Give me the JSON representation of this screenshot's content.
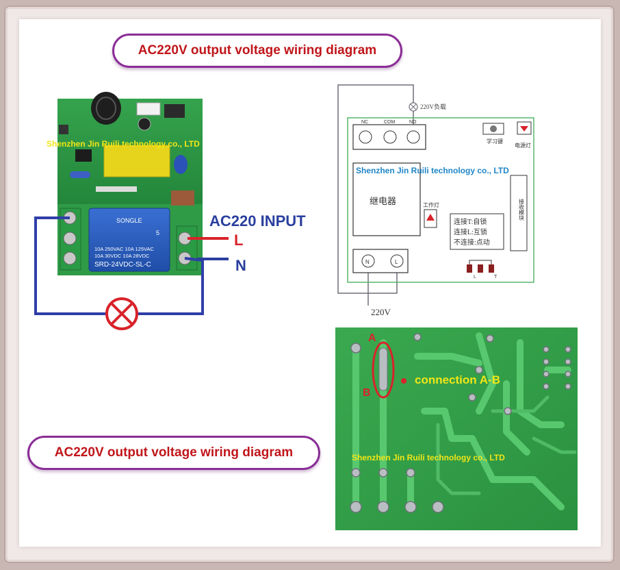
{
  "titles": {
    "top": "AC220V output voltage wiring diagram",
    "bottom": "AC220V output voltage wiring diagram"
  },
  "watermark": "Shenzhen Jin Ruili technology co., LTD",
  "left_board": {
    "input_label": "AC220 INPUT",
    "line_label": "L",
    "neutral_label": "N",
    "relay_brand": "SONGLE",
    "relay_lines": [
      "10A 250VAC  10A 125VAC",
      "10A  30VDC  10A  28VDC"
    ],
    "relay_model": "SRD-24VDC-SL-C",
    "relay_number": "5"
  },
  "schematic": {
    "load_label": "220V负载",
    "terminals_top": [
      "NC",
      "COM",
      "NO"
    ],
    "learn_key": "学习键",
    "power_led": "电源灯",
    "relay_block": "继电器",
    "work_led": "工作灯",
    "receiver_module": "接收模块",
    "modes": [
      "连接T:自锁",
      "连接L:互锁",
      "不连接:点动"
    ],
    "terminals_bottom": [
      "N",
      "L"
    ],
    "supply_label": "220V",
    "jumper_labels": [
      "L",
      "T"
    ]
  },
  "pcb_back": {
    "point_a": "A",
    "point_b": "B",
    "connection_label": "connection  A-B"
  },
  "colors": {
    "title_text": "#c0161b",
    "pill_border": "#8a2d96",
    "watermark_yellow": "#f2e617",
    "watermark_blue": "#1f86c7",
    "wire_blue": "#2f3fa8",
    "wire_red": "#d8232a",
    "input_blue": "#2a3f9e",
    "pcb_green": "#2c9a44",
    "trace_green": "#52c46a"
  }
}
